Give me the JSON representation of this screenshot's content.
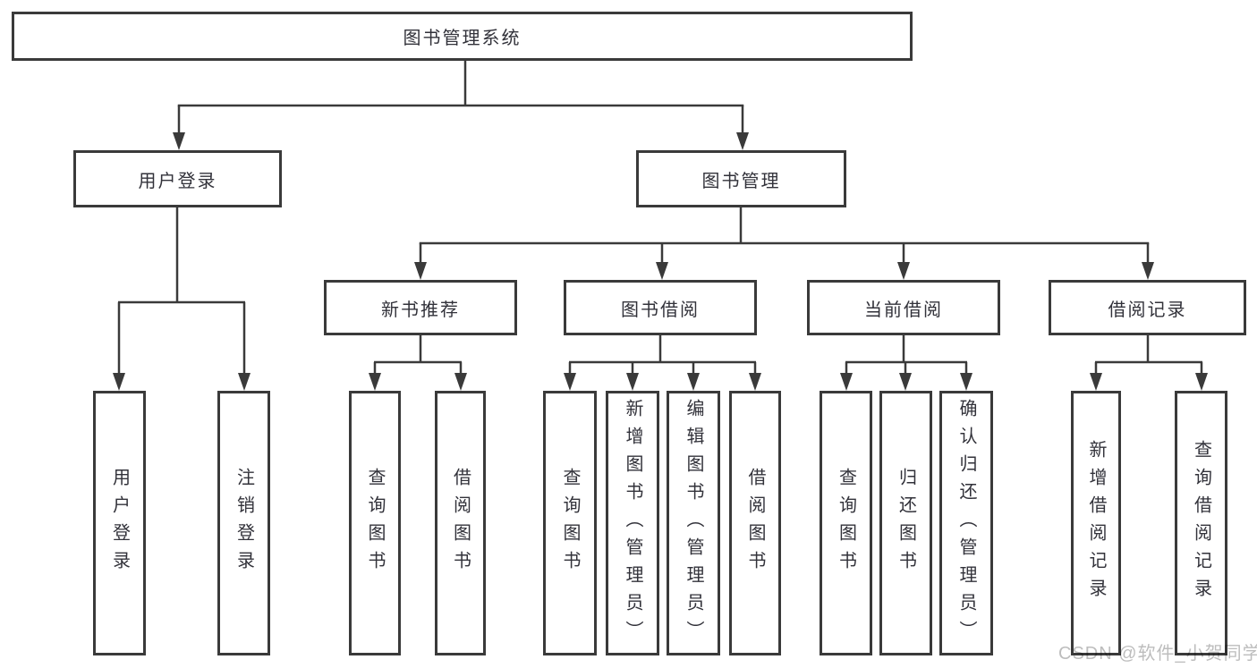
{
  "diagram": {
    "title": "图书管理系统",
    "root": {
      "label": "图书管理系统"
    },
    "branches": [
      {
        "label": "用户登录",
        "leaves": [
          {
            "label": "用户登录"
          },
          {
            "label": "注销登录"
          }
        ]
      },
      {
        "label": "图书管理",
        "groups": [
          {
            "label": "新书推荐",
            "leaves": [
              {
                "label": "查询图书"
              },
              {
                "label": "借阅图书"
              }
            ]
          },
          {
            "label": "图书借阅",
            "leaves": [
              {
                "label": "查询图书"
              },
              {
                "label": "新增图书（管理员）"
              },
              {
                "label": "编辑图书（管理员）"
              },
              {
                "label": "借阅图书"
              }
            ]
          },
          {
            "label": "当前借阅",
            "leaves": [
              {
                "label": "查询图书"
              },
              {
                "label": "归还图书"
              },
              {
                "label": "确认归还（管理员）"
              }
            ]
          },
          {
            "label": "借阅记录",
            "leaves": [
              {
                "label": "新增借阅记录"
              },
              {
                "label": "查询借阅记录"
              }
            ]
          }
        ]
      }
    ]
  },
  "watermark": {
    "text": "CSDN @软件_小贺同学"
  },
  "colors": {
    "line": "#3a3a3a",
    "text": "#32323a",
    "watermark": "#bdbdbd",
    "background": "#ffffff"
  }
}
